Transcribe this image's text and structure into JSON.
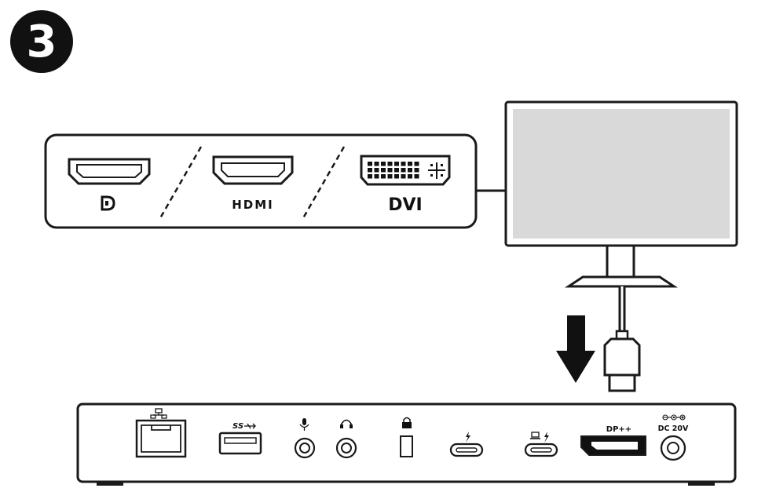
{
  "step": {
    "number": "3"
  },
  "connectors": {
    "displayport": {
      "label": "",
      "icon": "displayport-logo-icon"
    },
    "hdmi": {
      "label": "HDMI"
    },
    "dvi": {
      "label": "DVI"
    }
  },
  "dock": {
    "dp_label": "DP++",
    "dc_label": "DC 20V"
  },
  "colors": {
    "stroke": "#1a1a1a",
    "screen": "#d9d9d9",
    "badge": "#111111",
    "background": "#ffffff"
  }
}
